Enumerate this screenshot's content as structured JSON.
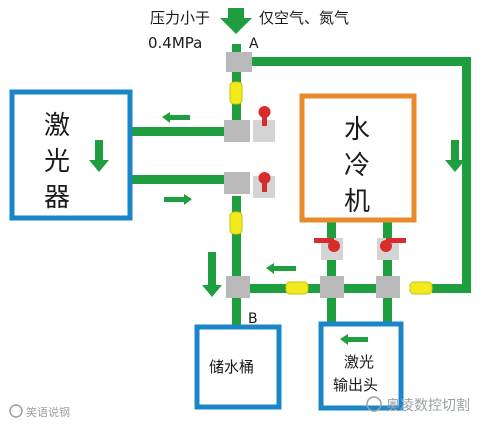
{
  "top_labels": {
    "pressure_line1": "压力小于",
    "pressure_line2": "0.4MPa",
    "gas": "仅空气、氮气"
  },
  "points": {
    "a": "A",
    "b": "B"
  },
  "boxes": {
    "laser": [
      "激",
      "光",
      "器"
    ],
    "chiller": [
      "水",
      "冷",
      "机"
    ],
    "bucket": "储水桶",
    "head_line1": "激光",
    "head_line2": "输出头"
  },
  "watermark_left": "笑语说钢",
  "watermark_right": "奥凌数控切割",
  "colors": {
    "pipe": "#1e9e3e",
    "arrow": "#1e9e3e",
    "laser_box": "#1a86c8",
    "chiller_box": "#e8892b",
    "valve_handle": "#d62c2c",
    "check_valve": "#f2ea1c",
    "fitting": "#b9b9b9"
  }
}
